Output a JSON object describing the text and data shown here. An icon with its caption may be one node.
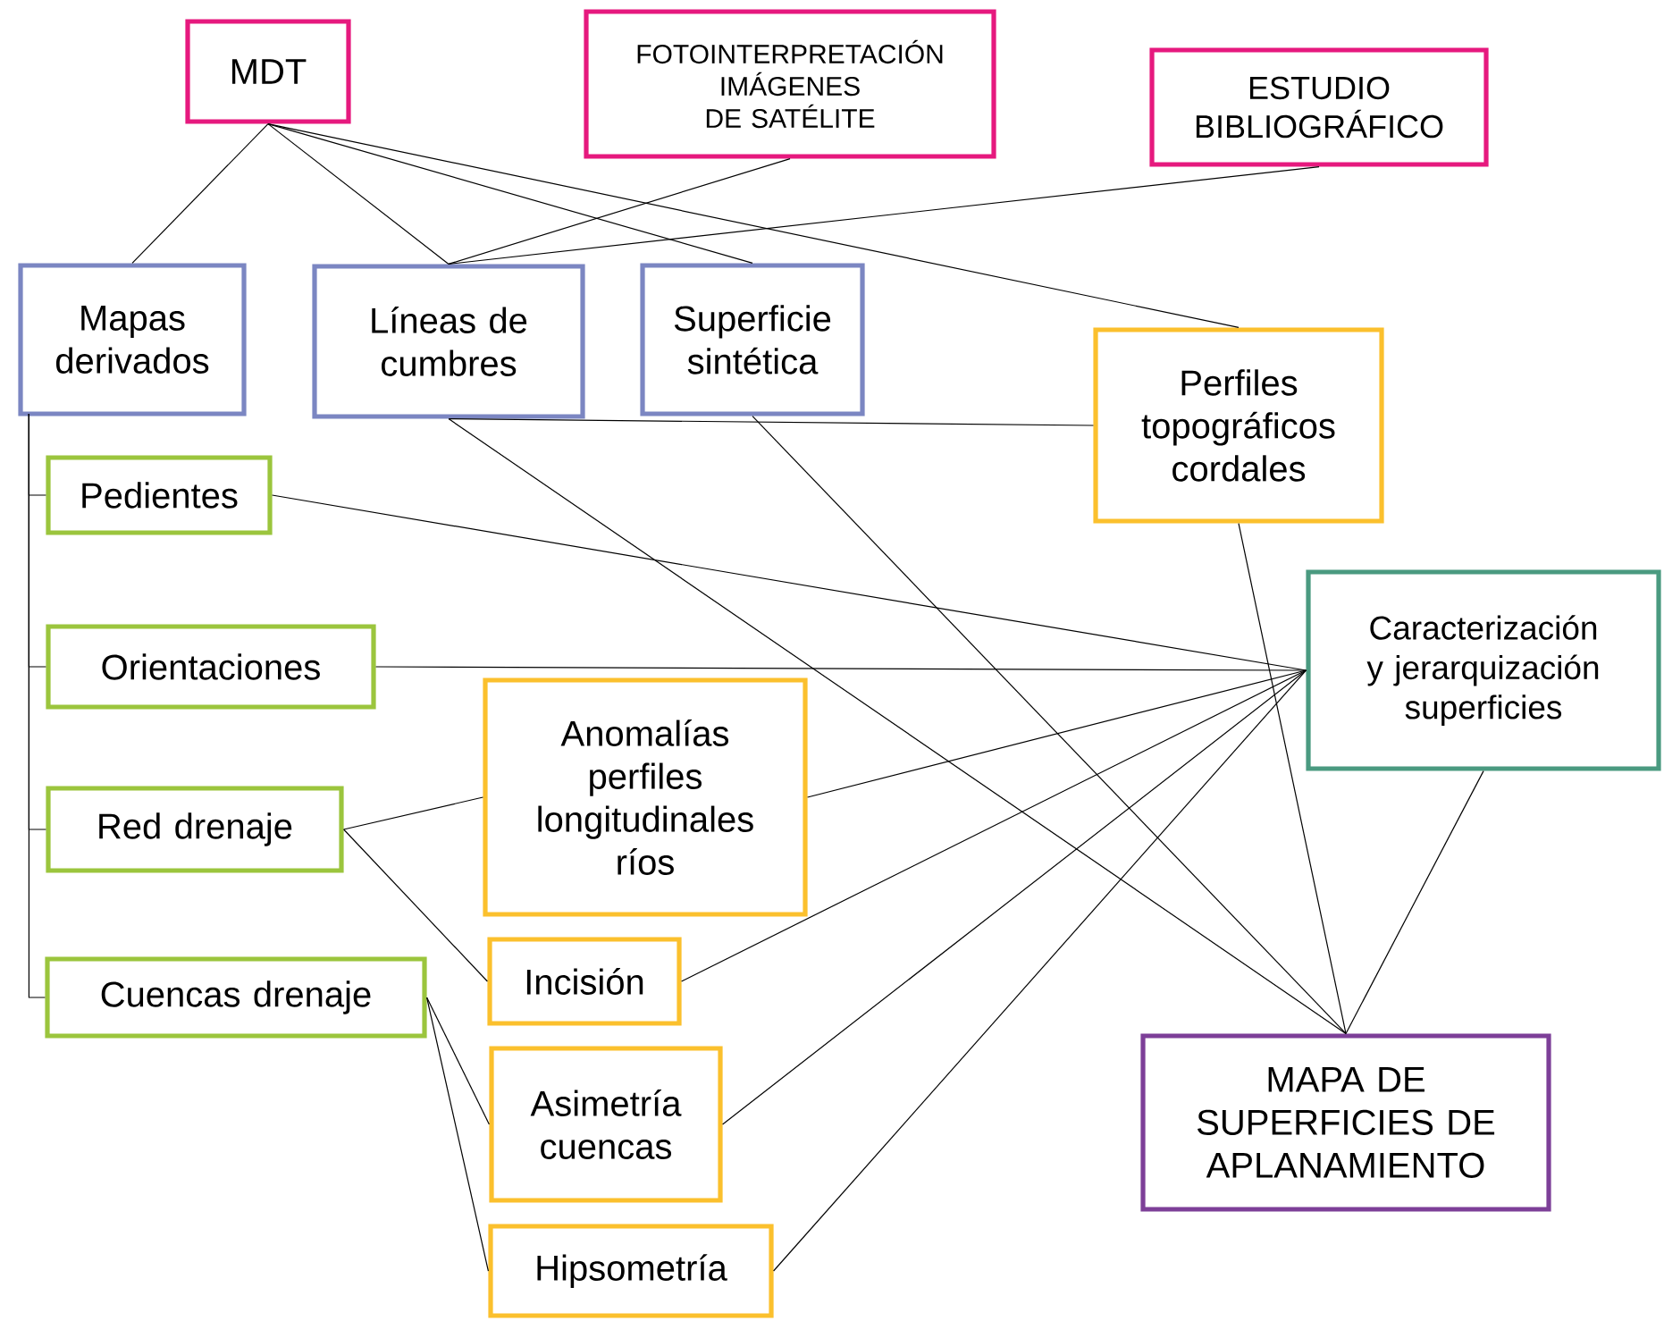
{
  "diagram": {
    "nodes": [
      {
        "text": [
          "MDT"
        ]
      },
      {
        "text": [
          "FOTOINTERPRETACIÓN IMÁGENES DE SATÉLITE"
        ]
      },
      {
        "text": [
          "ESTUDIO BIBLIOGRÁFICO"
        ]
      },
      {
        "text": [
          "Mapas derivados"
        ]
      },
      {
        "text": [
          "Líneas de cumbres"
        ]
      },
      {
        "text": [
          "Superficie sintética"
        ]
      },
      {
        "text": [
          "Perfiles topográficos cordales"
        ]
      },
      {
        "text": [
          "Pedientes"
        ]
      },
      {
        "text": [
          "Orientaciones"
        ]
      },
      {
        "text": [
          "Red drenaje"
        ]
      },
      {
        "text": [
          "Cuencas drenaje"
        ]
      },
      {
        "text": [
          "Anomalías perfiles longitudinales ríos"
        ]
      },
      {
        "text": [
          "Incisión"
        ]
      },
      {
        "text": [
          "Asimetría cuencas"
        ]
      },
      {
        "text": [
          "Hipsometría"
        ]
      },
      {
        "text": [
          "Caracterización y jerarquización superficies"
        ]
      },
      {
        "text": [
          "MAPA DE SUPERFICIES DE APLANAMIENTO"
        ]
      }
    ],
    "edges": [
      {
        "from": 0,
        "to": 3,
        "arrow": "none"
      },
      {
        "from": 0,
        "to": 4,
        "arrow": "none"
      },
      {
        "from": 0,
        "to": 5,
        "arrow": "none"
      },
      {
        "from": 0,
        "to": 6,
        "arrow": "none"
      },
      {
        "from": 1,
        "to": 4,
        "arrow": "none"
      },
      {
        "from": 2,
        "to": 4,
        "arrow": "none"
      },
      {
        "from": 3,
        "to": 7,
        "arrow": "none"
      },
      {
        "from": 3,
        "to": 8,
        "arrow": "none"
      },
      {
        "from": 3,
        "to": 9,
        "arrow": "none"
      },
      {
        "from": 3,
        "to": 10,
        "arrow": "none"
      },
      {
        "from": 4,
        "to": 6,
        "arrow": "none"
      },
      {
        "from": 4,
        "to": 16,
        "arrow": "none"
      },
      {
        "from": 5,
        "to": 16,
        "arrow": "none"
      },
      {
        "from": 6,
        "to": 16,
        "arrow": "none"
      },
      {
        "from": 15,
        "to": 16,
        "arrow": "none"
      },
      {
        "from": 7,
        "to": 15,
        "arrow": "none"
      },
      {
        "from": 8,
        "to": 15,
        "arrow": "none"
      },
      {
        "from": 11,
        "to": 15,
        "arrow": "none"
      },
      {
        "from": 12,
        "to": 15,
        "arrow": "none"
      },
      {
        "from": 13,
        "to": 15,
        "arrow": "none"
      },
      {
        "from": 14,
        "to": 15,
        "arrow": "none"
      },
      {
        "from": 9,
        "to": 11,
        "arrow": "none"
      },
      {
        "from": 9,
        "to": 12,
        "arrow": "none"
      },
      {
        "from": 10,
        "to": 13,
        "arrow": "none"
      },
      {
        "from": 10,
        "to": 14,
        "arrow": "none"
      }
    ]
  }
}
